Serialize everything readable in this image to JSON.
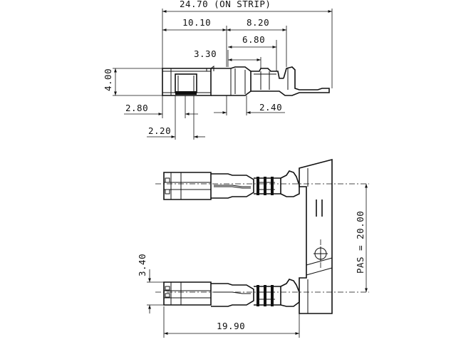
{
  "dimensions": {
    "overall_length": "24.70 (ON STRIP)",
    "d_10_10": "10.10",
    "d_8_20": "8.20",
    "d_6_80": "6.80",
    "d_3_30": "3.30",
    "d_4_00": "4.00",
    "d_2_80": "2.80",
    "d_2_40": "2.40",
    "d_2_20": "2.20",
    "d_3_40": "3.40",
    "d_19_90": "19.90",
    "pitch": "PAS = 20.00"
  },
  "colors": {
    "ink": "#111111",
    "paper": "#ffffff"
  }
}
